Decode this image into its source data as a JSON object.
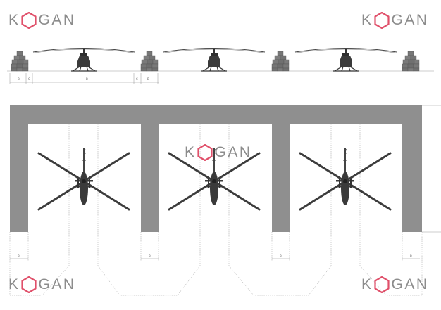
{
  "brand": {
    "logo_text": "KOGAN",
    "accent_color": "#e0506a",
    "text_color": "#8c8c8c"
  },
  "elevation_view": {
    "dimension_labels": [
      "B",
      "C",
      "B",
      "C",
      "B"
    ]
  },
  "plan_view": {
    "wall_color": "#8f8f8f",
    "bay_count": 3,
    "dimension_labels": [
      "B",
      "B",
      "B",
      "B"
    ]
  },
  "icons": [
    "helicopter-side-icon",
    "helicopter-top-icon",
    "container-stack-icon",
    "hexagon-logo-icon"
  ]
}
